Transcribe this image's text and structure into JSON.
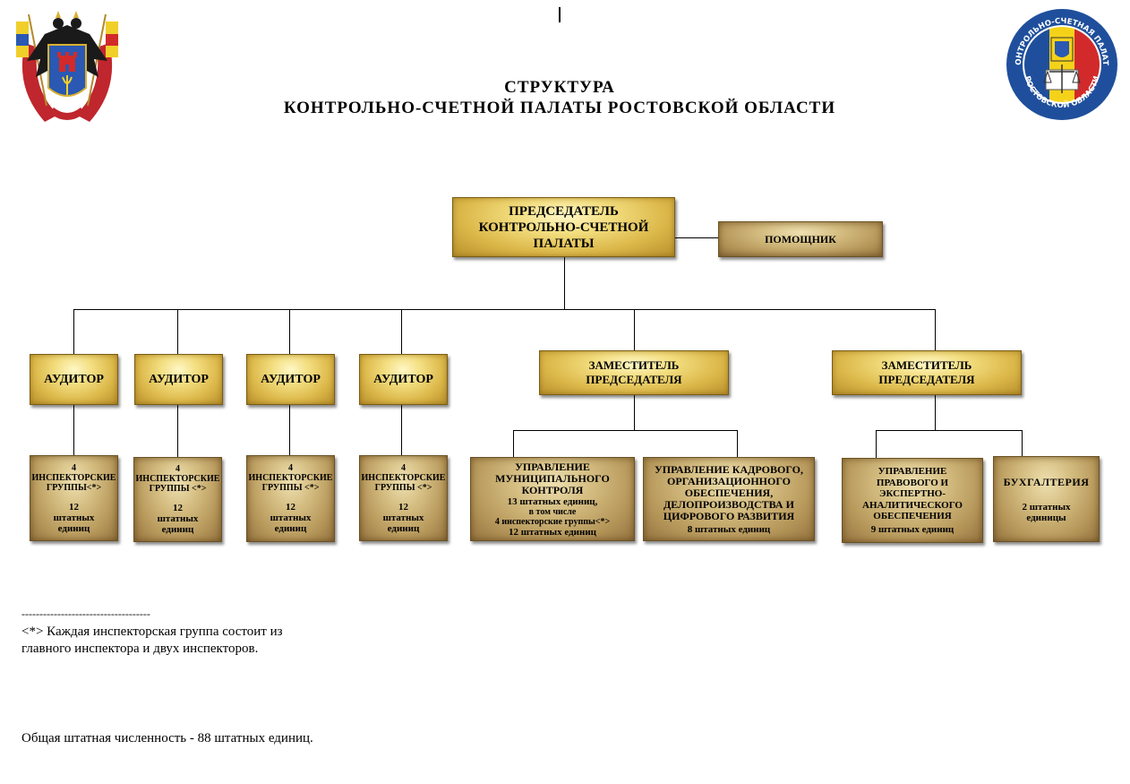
{
  "title": {
    "line1": "СТРУКТУРА",
    "line2": "КОНТРОЛЬНО-СЧЕТНОЙ ПАЛАТЫ РОСТОВСКОЙ ОБЛАСТИ"
  },
  "logo_right": {
    "text_top": "КОНТРОЛЬНО-СЧЕТНАЯ ПАЛАТА",
    "text_bottom": "РОСТОВСКОЙ ОБЛАСТИ"
  },
  "colors": {
    "gold": "#dcb84a",
    "bronze": "#b6975a",
    "logo_blue": "#1f4f9c",
    "logo_yellow": "#f5d21a",
    "logo_red": "#d22a2a"
  },
  "nodes": {
    "chairman": "ПРЕДСЕДАТЕЛЬ КОНТРОЛЬНО-СЧЕТНОЙ ПАЛАТЫ",
    "assistant": "ПОМОЩНИК",
    "auditor_label": "АУДИТОР",
    "deputy_label": "ЗАМЕСТИТЕЛЬ ПРЕДСЕДАТЕЛЯ"
  },
  "auditor_groups": [
    {
      "count": "4",
      "name": "ИНСПЕКТОРСКИЕ ГРУППЫ<*>",
      "staff": "12 штатных единиц"
    },
    {
      "count": "4",
      "name": "ИНСПЕКТОРСКИЕ ГРУППЫ <*>",
      "staff": "12 штатных единиц"
    },
    {
      "count": "4",
      "name": "ИНСПЕКТОРСКИЕ ГРУППЫ <*>",
      "staff": "12 штатных единиц"
    },
    {
      "count": "4",
      "name": "ИНСПЕКТОРСКИЕ ГРУППЫ <*>",
      "staff": "12 штатных единиц"
    }
  ],
  "departments": {
    "municipal": {
      "name": "УПРАВЛЕНИЕ МУНИЦИПАЛЬНОГО КОНТРОЛЯ",
      "line1": "13 штатных единиц,",
      "line2": "в том числе",
      "line3": "4 инспекторские группы<*>",
      "line4": "12 штатных единиц"
    },
    "personnel": {
      "name": "УПРАВЛЕНИЕ КАДРОВОГО, ОРГАНИЗАЦИОННОГО ОБЕСПЕЧЕНИЯ, ДЕЛОПРОИЗВОДСТВА И ЦИФРОВОГО РАЗВИТИЯ",
      "staff": "8 штатных единиц"
    },
    "legal": {
      "name": "УПРАВЛЕНИЕ ПРАВОВОГО И ЭКСПЕРТНО-АНАЛИТИЧЕСКОГО ОБЕСПЕЧЕНИЯ",
      "staff": "9 штатных единиц"
    },
    "accounting": {
      "name": "БУХГАЛТЕРИЯ",
      "staff": "2 штатных единицы"
    }
  },
  "footnote": {
    "separator": "------------------------------------",
    "text_line1": "<*> Каждая инспекторская группа состоит из",
    "text_line2": "главного инспектора и двух инспекторов."
  },
  "total": "Общая штатная численность - 88 штатных единиц."
}
